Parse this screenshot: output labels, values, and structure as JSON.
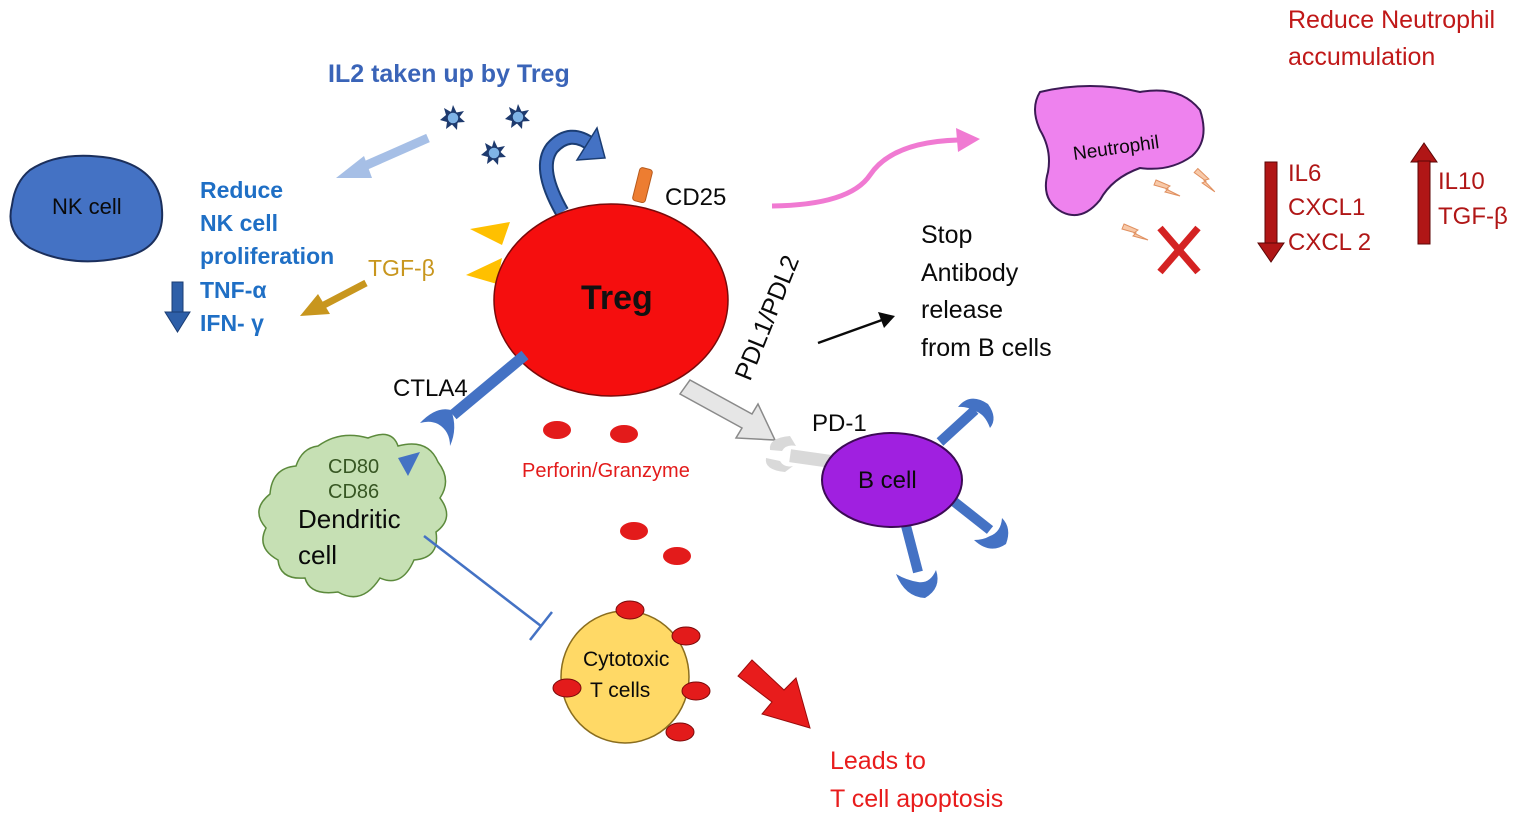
{
  "colors": {
    "treg": "#f50e0e",
    "nk_cell": "#4472c4",
    "blue_label": "#1f6fc5",
    "il2_label": "#3a64b8",
    "tgf_gold": "#c8961e",
    "dendritic": "#c6e0b4",
    "b_cell": "#a020e0",
    "cytotoxic": "#ffd966",
    "neutrophil": "#ee82ee",
    "dark_red": "#b01616",
    "bright_red": "#e81c1c",
    "receptor_blue": "#4472c4",
    "grey_arrow": "#d9d9d9"
  },
  "labels": {
    "il2_title": "IL2 taken up by Treg",
    "nk_cell": "NK cell",
    "nk_effects": [
      "Reduce",
      "NK cell",
      "proliferation",
      "TNF-α",
      "IFN- γ"
    ],
    "tgf_beta_left": "TGF-β",
    "cd25": "CD25",
    "treg": "Treg",
    "ctla4": "CTLA4",
    "pdl": "PDL1/PDL2",
    "stop_antibody": [
      "Stop",
      "Antibody",
      "release",
      "from B cells"
    ],
    "pd1": "PD-1",
    "b_cell": "B cell",
    "dc_markers": [
      "CD80",
      "CD86"
    ],
    "dendritic": [
      "Dendritic",
      "cell"
    ],
    "perforin": "Perforin/Granzyme",
    "cytotoxic": [
      "Cytotoxic",
      "T cells"
    ],
    "apoptosis": [
      "Leads to",
      "T cell apoptosis"
    ],
    "neutrophil": "Neutrophil",
    "neutrophil_title": [
      "Reduce Neutrophil",
      "accumulation"
    ],
    "down_cytokines": [
      "IL6",
      "CXCL1",
      "CXCL 2"
    ],
    "up_cytokines": [
      "IL10",
      "TGF-β"
    ]
  },
  "icons": {
    "il2_molecule": "star-virus-icon",
    "down_arrow": "arrow-down-icon",
    "up_arrow": "arrow-up-icon",
    "cross": "cross-icon",
    "lightning": "lightning-icon"
  }
}
